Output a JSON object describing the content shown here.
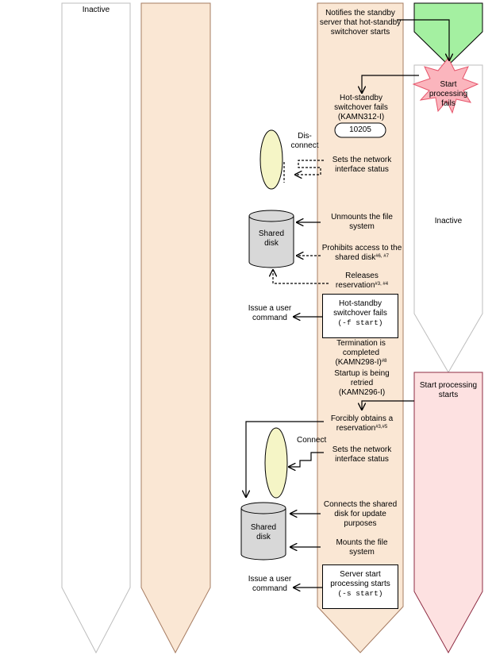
{
  "colors": {
    "lane_orange": "#fae7d4",
    "lane_orange_border": "#a67c62",
    "lane_pink": "#fde1e1",
    "lane_pink_border": "#8e2c43",
    "lane_white_border": "#bdbdbd",
    "cyl_gray": "#d8d8d8",
    "ellipse_yellow": "#f5f5c6",
    "trigger_green": "#a4f0a1",
    "star_pink": "#fbb5bd",
    "star_border": "#e6556b"
  },
  "lanes": {
    "lane1_status": "Inactive",
    "lane5_status_mid": "Inactive",
    "lane5_status_bottom": "Start processing starts"
  },
  "event": {
    "start_fails": "Start processing fails"
  },
  "steps": {
    "notify": "Notifies the standby server that hot-standby switchover starts",
    "switchover_fails": "Hot-standby switchover fails",
    "switchover_fails_msg": "(KAMN312-I)",
    "error_code": "10205",
    "network_disconnect": "Sets the network interface status",
    "unmount": "Unmounts the file system",
    "prohibit_access": "Prohibits access to the shared disk",
    "prohibit_access_note": "#6, #7",
    "release_reservation": "Releases reservation",
    "release_reservation_note": "#3, #4",
    "termination_completed": "Termination is completed",
    "termination_msg": "(KAMN298-I)",
    "termination_note": "#8",
    "startup_retried": "Startup is being retried",
    "startup_msg": "(KAMN296-I)",
    "obtain_reservation": "Forcibly obtains a reservation",
    "obtain_reservation_note": "#3,#5",
    "network_connect": "Sets the network interface status",
    "connect_disk": "Connects the shared disk for update purposes",
    "mount": "Mounts the file system"
  },
  "commands": {
    "fail_box_line1": "Hot-standby switchover fails",
    "fail_box_cmd": "(-f start)",
    "start_box_line1": "Server start processing starts",
    "start_box_cmd": "(-s start)",
    "issue_user_cmd_1": "Issue a user command",
    "issue_user_cmd_2": "Issue a user command"
  },
  "resources": {
    "disconnect_label": "Dis-connect",
    "connect_label": "Connect",
    "shared_disk_1": "Shared disk",
    "shared_disk_2": "Shared disk"
  }
}
